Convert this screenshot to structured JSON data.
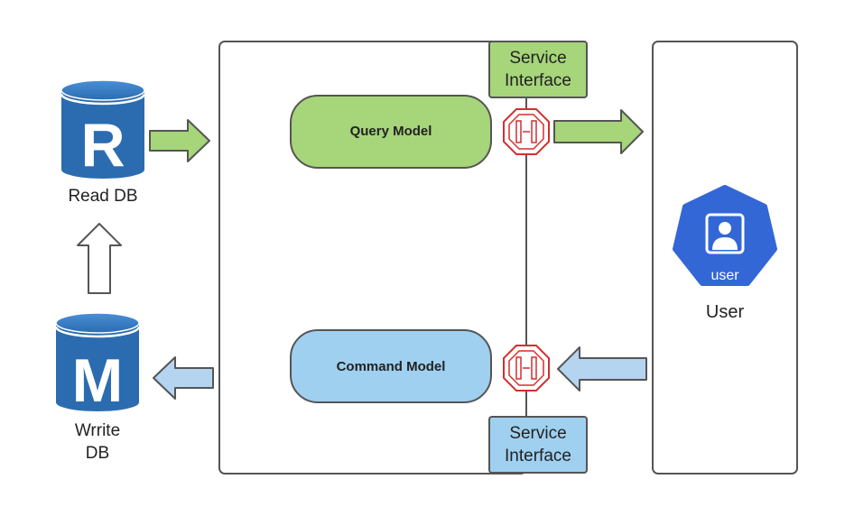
{
  "databases": {
    "read": {
      "letter": "R",
      "label": "Read DB",
      "color": "#2b6cb0"
    },
    "write": {
      "letter": "M",
      "label_line1": "Wrrite",
      "label_line2": "DB",
      "color": "#2b6cb0"
    }
  },
  "models": {
    "query": {
      "label": "Query Model",
      "fill": "#a6d57a"
    },
    "command": {
      "label": "Command Model",
      "fill": "#9fd0f0"
    }
  },
  "service_interface_top": {
    "line1": "Service",
    "line2": "Interface",
    "fill": "#a6d57a"
  },
  "service_interface_bottom": {
    "line1": "Service",
    "line2": "Interface",
    "fill": "#9fd0f0"
  },
  "user": {
    "badge": "user",
    "label": "User",
    "color": "#3367d6"
  },
  "colors": {
    "green_arrow": "#a6d57a",
    "blue_arrow": "#b5d4f0",
    "gateway_red": "#d32f2f",
    "border": "#555555"
  }
}
